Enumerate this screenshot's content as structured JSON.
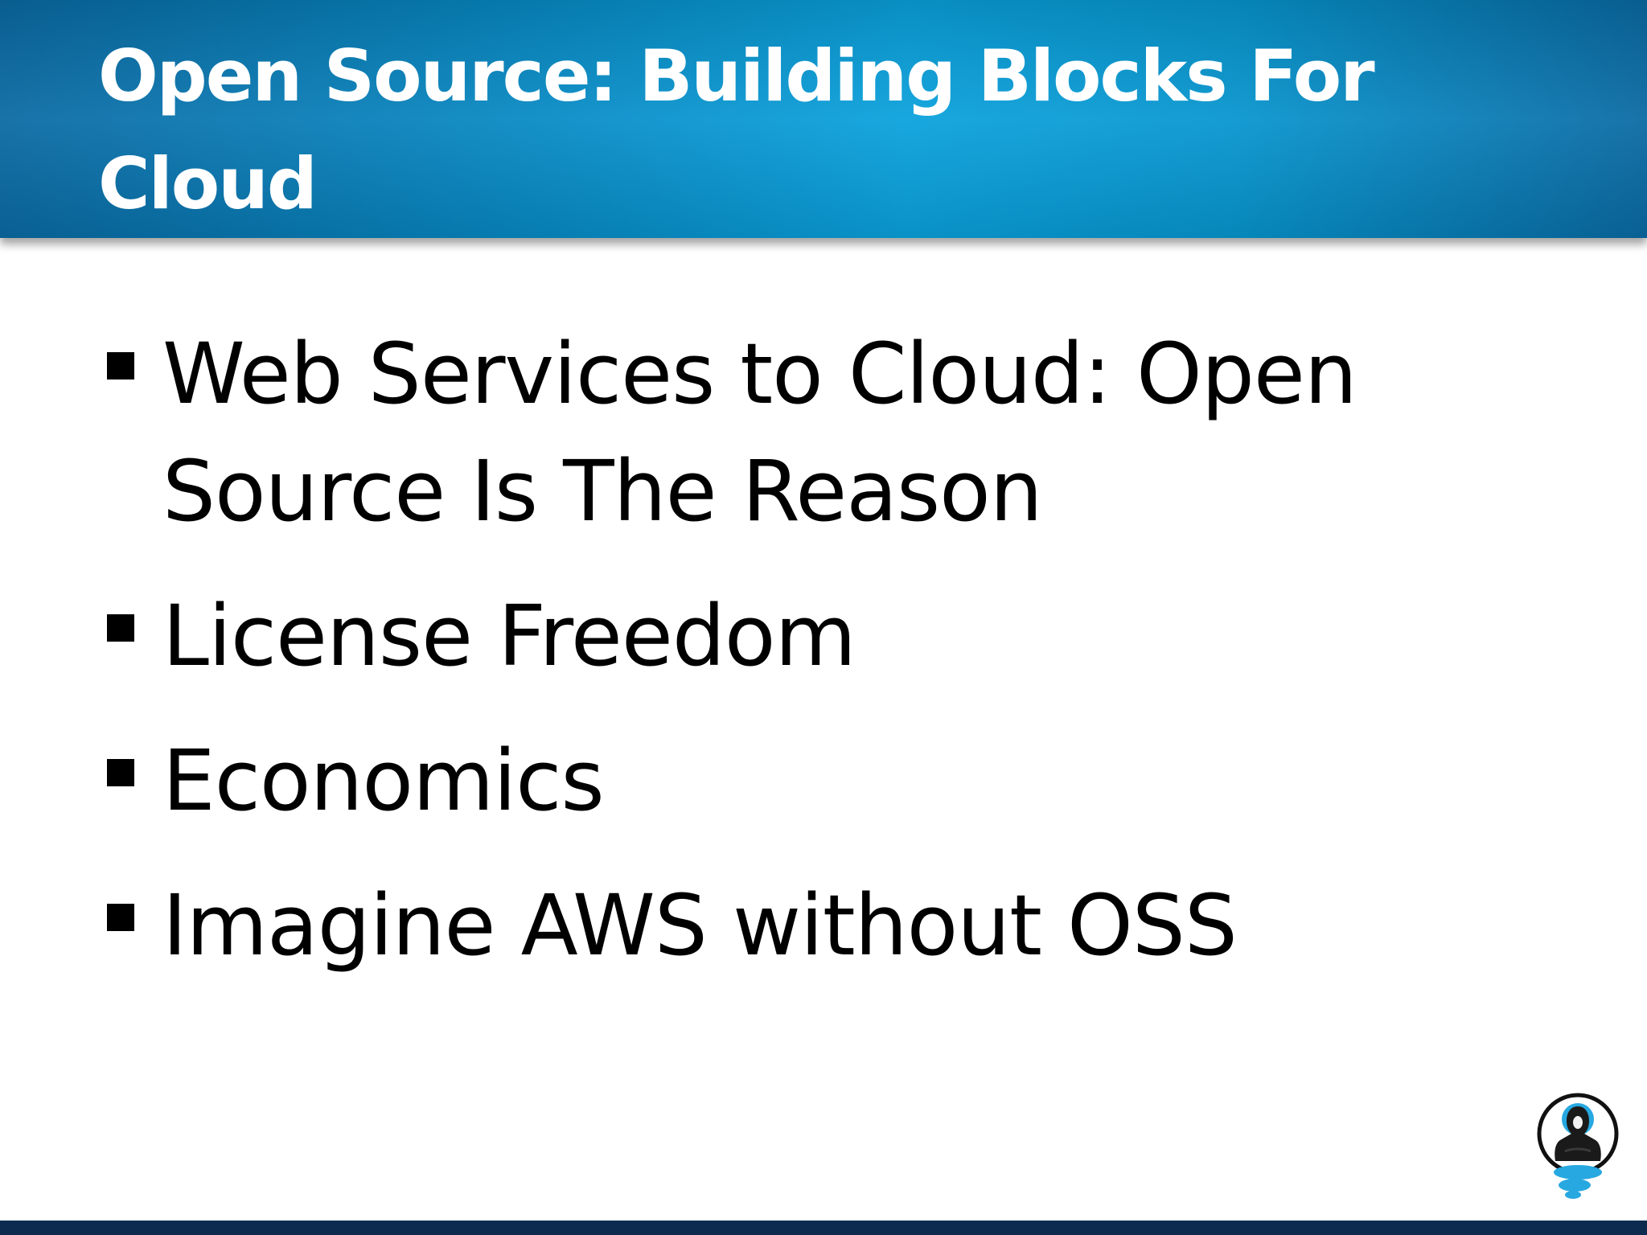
{
  "slide": {
    "title": "Open Source: Building Blocks For Cloud",
    "bullets": [
      {
        "text": "Web Services to Cloud: Open Source Is The Reason"
      },
      {
        "text": "License Freedom"
      },
      {
        "text": "Economics"
      },
      {
        "text": "Imagine AWS without OSS"
      }
    ]
  },
  "logo": {
    "icon": "meditating-hooded-figure-logo"
  },
  "colors": {
    "header_blue": "#0aa2dd",
    "header_dark_blue": "#0a6aa3",
    "footer_navy": "#0c2b4e"
  }
}
